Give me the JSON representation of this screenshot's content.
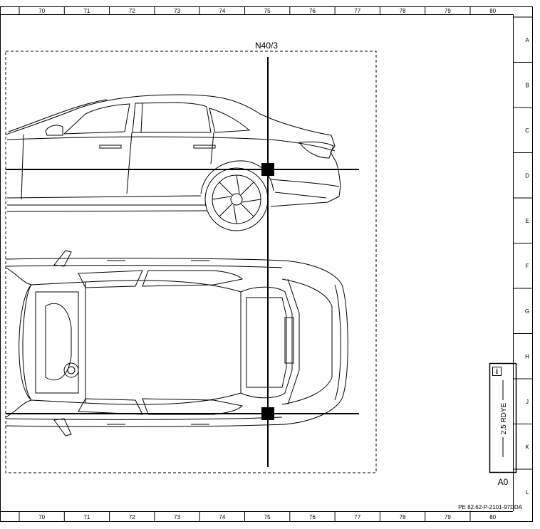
{
  "grid": {
    "columns": [
      "70",
      "71",
      "72",
      "73",
      "74",
      "75",
      "76",
      "77",
      "78",
      "79",
      "80"
    ],
    "rows": [
      "A",
      "B",
      "C",
      "D",
      "E",
      "F",
      "G",
      "H",
      "J",
      "K",
      "L"
    ]
  },
  "component": {
    "label": "N40/3"
  },
  "legend": {
    "info_icon": "info-icon",
    "wire": "2,5 RDYE",
    "connector": "A0"
  },
  "document_code": "PE 82.62-P-2101-97DDA",
  "colors": {
    "line": "#000000",
    "background": "#ffffff",
    "marker": "#000000"
  }
}
